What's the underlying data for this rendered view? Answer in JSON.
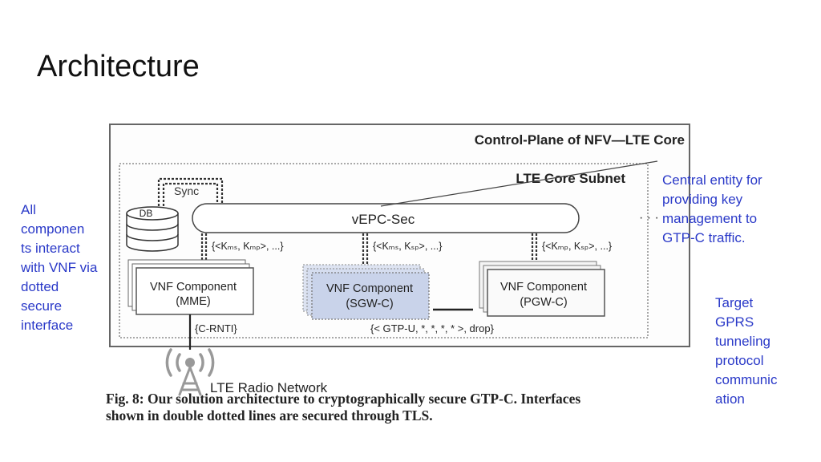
{
  "slide": {
    "title": "Architecture"
  },
  "figure": {
    "outer_label": "Control-Plane of NFV—LTE Core",
    "subnet_label": "LTE Core Subnet",
    "sync_label": "Sync",
    "db_label": "DB",
    "vepc_label": "vEPC-Sec",
    "ellipsis": "· · ·",
    "key_mme": "{<Kₘₛ, Kₘₚ>, ...}",
    "key_sgw": "{<Kₘₛ, Kₛₚ>, ...}",
    "key_pgw": "{<Kₘₚ, Kₛₚ>, ...}",
    "components": [
      {
        "line1": "VNF Component",
        "line2": "(MME)"
      },
      {
        "line1": "VNF Component",
        "line2": "(SGW-C)"
      },
      {
        "line1": "VNF Component",
        "line2": "(PGW-C)"
      }
    ],
    "crnti_label": "{C-RNTI}",
    "gtp_label": "{< GTP-U, *, *, *, * >,  drop}",
    "radio_label": "LTE Radio Network",
    "caption_line1": "Fig. 8:  Our  solution  architecture  to  cryptographically  secure  GTP-C.  Interfaces",
    "caption_line2": "shown in double dotted lines are secured through TLS."
  },
  "annotations": {
    "left": "All componen ts interact with VNF via dotted secure interface",
    "right_top": "Central entity for providing key management to GTP-C traffic.",
    "right_bottom": "Target GPRS tunneling protocol communic ation"
  },
  "colors": {
    "annotation": "#2a39c8",
    "sgw_fill": "#c9d3ea"
  }
}
